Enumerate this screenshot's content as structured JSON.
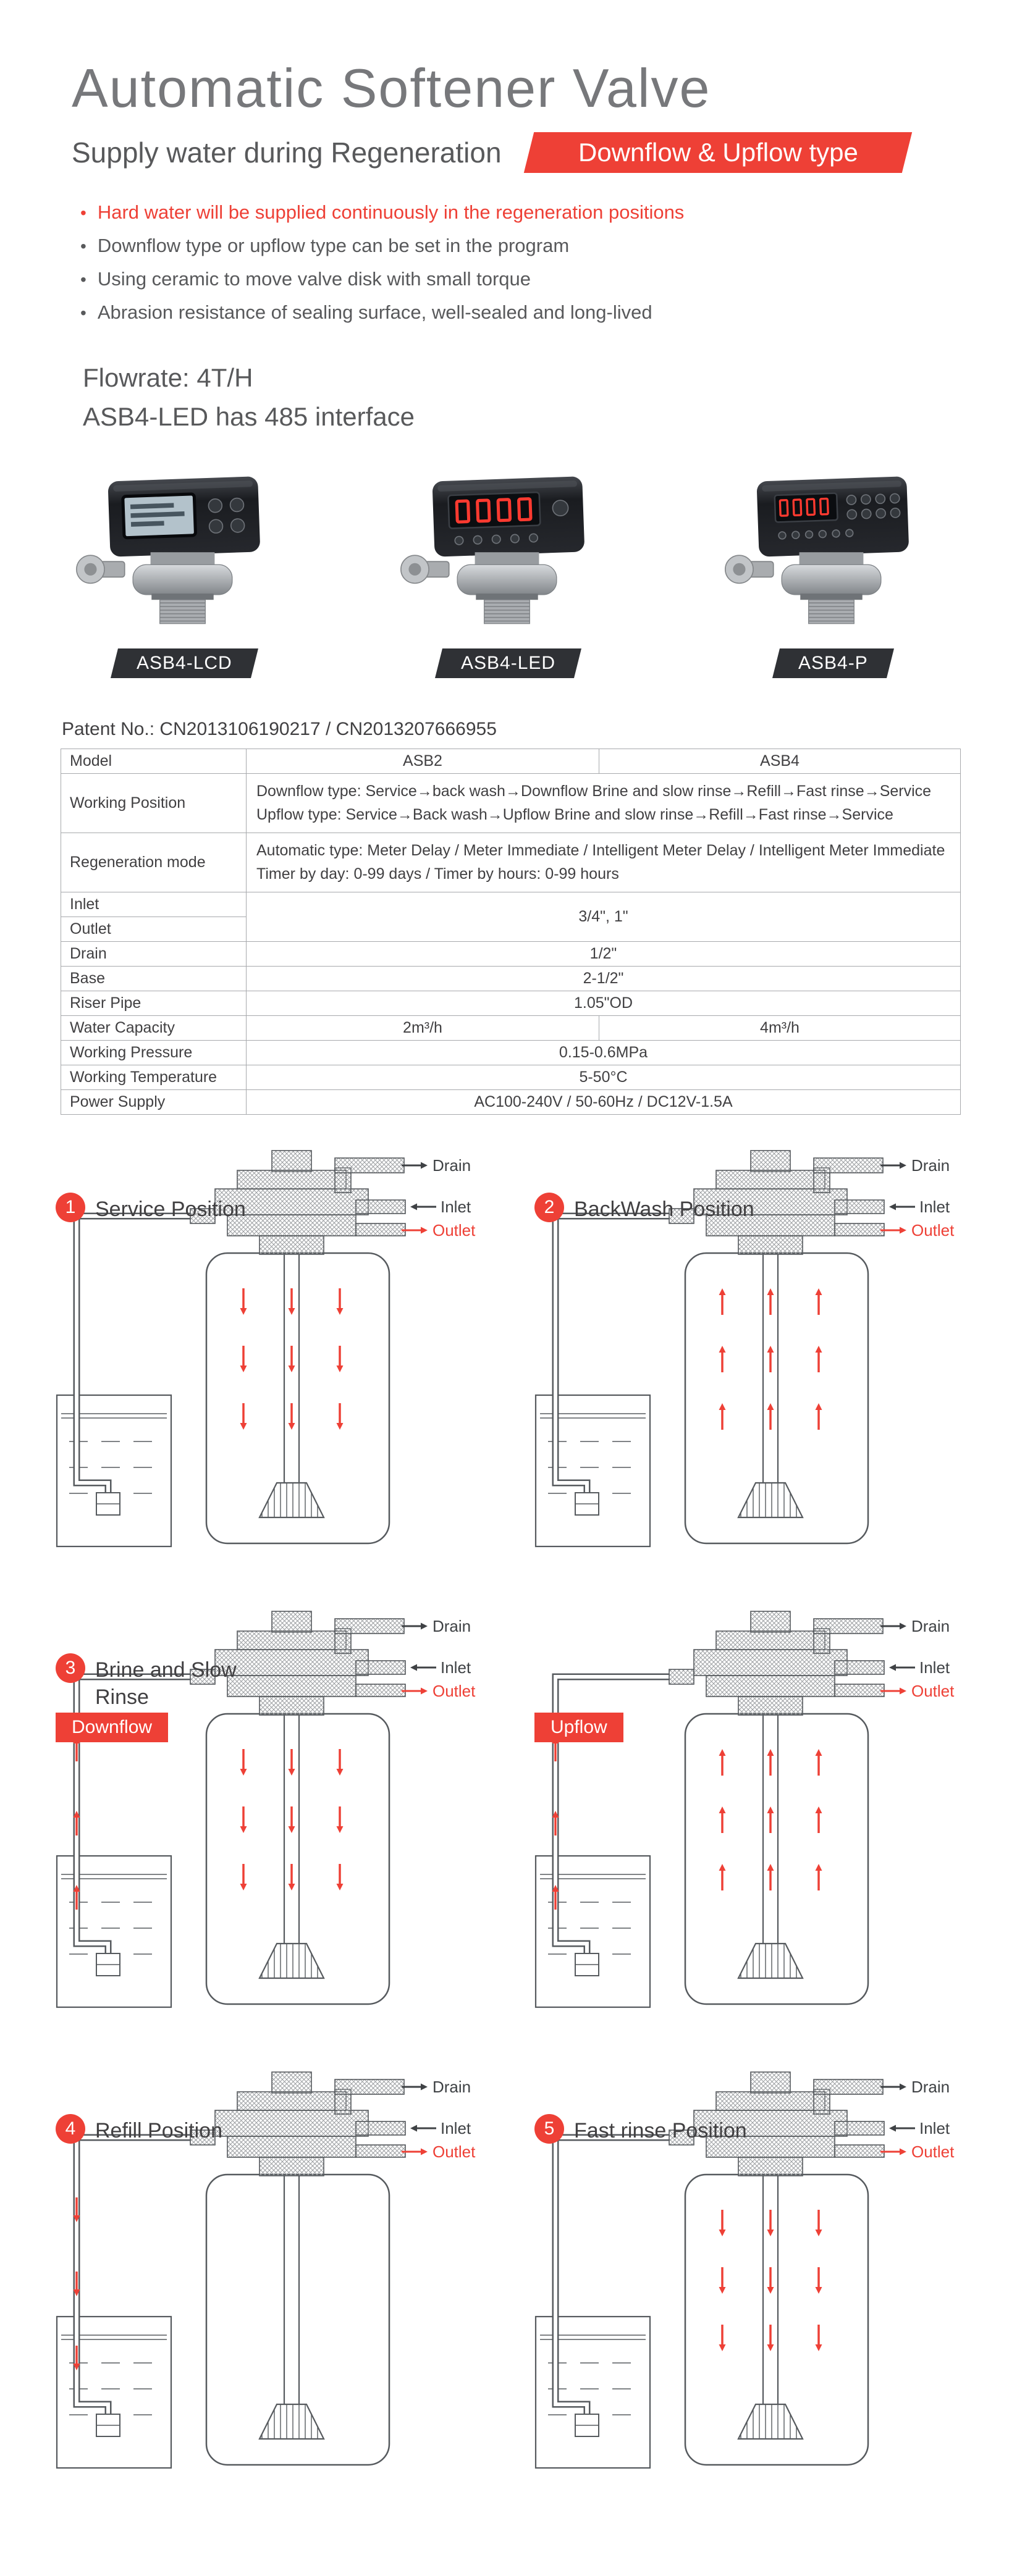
{
  "colors": {
    "accent": "#ee4036",
    "title_gray": "#77787b",
    "body_text": "#58595b",
    "dark_text": "#414042",
    "table_border": "#a7a9ac",
    "badge_dark": "#2f3135",
    "line": "#565a5e"
  },
  "header": {
    "title": "Automatic Softener Valve",
    "subtitle": "Supply water during Regeneration",
    "type_badge": "Downflow & Upflow type"
  },
  "intro": {
    "bullets": [
      "Hard water will be supplied continuously in the regeneration positions",
      "Downflow type or upflow type can be set in the program",
      "Using ceramic to move valve disk with small torque",
      "Abrasion resistance of sealing surface, well-sealed and long-lived"
    ],
    "flowrate": "Flowrate: 4T/H",
    "interface_note": "ASB4-LED has 485 interface"
  },
  "products": [
    {
      "label": "ASB4-LCD",
      "display": "lcd"
    },
    {
      "label": "ASB4-LED",
      "display": "led"
    },
    {
      "label": "ASB4-P",
      "display": "p"
    }
  ],
  "patent": "Patent No.: CN2013106190217 / CN2013207666955",
  "table": {
    "columns": [
      "Model",
      "ASB2",
      "ASB4"
    ],
    "working_position": {
      "label": "Working Position",
      "lines": [
        "Downflow type: Service→back wash→Downflow Brine and slow rinse→Refill→Fast rinse→Service",
        "Upflow type: Service→Back wash→Upflow Brine and slow rinse→Refill→Fast rinse→Service"
      ]
    },
    "regeneration_mode": {
      "label": "Regeneration mode",
      "lines": [
        "Automatic type: Meter Delay / Meter Immediate / Intelligent Meter Delay / Intelligent Meter Immediate",
        "Timer by day: 0-99 days / Timer by hours: 0-99 hours"
      ]
    },
    "inlet_label": "Inlet",
    "outlet_label": "Outlet",
    "inlet_outlet_value": "3/4\", 1\"",
    "drain": {
      "label": "Drain",
      "value": "1/2\""
    },
    "base": {
      "label": "Base",
      "value": "2-1/2\""
    },
    "riser_pipe": {
      "label": "Riser Pipe",
      "value": "1.05\"OD"
    },
    "water_capacity": {
      "label": "Water Capacity",
      "asb2": "2m³/h",
      "asb4": "4m³/h"
    },
    "working_pressure": {
      "label": "Working Pressure",
      "value": "0.15-0.6MPa"
    },
    "working_temperature": {
      "label": "Working Temperature",
      "value": "5-50°C"
    },
    "power_supply": {
      "label": "Power Supply",
      "value": "AC100-240V / 50-60Hz / DC12V-1.5A"
    }
  },
  "diagrams": {
    "port_labels": {
      "drain": "Drain",
      "inlet": "Inlet",
      "outlet": "Outlet"
    },
    "items": [
      {
        "number": "1",
        "title": "Service Position",
        "badge": null,
        "tank_flow": "down",
        "pipe_flow": "none"
      },
      {
        "number": "2",
        "title": "BackWash Position",
        "badge": null,
        "tank_flow": "up",
        "pipe_flow": "none"
      },
      {
        "number": "3",
        "title": "Brine and Slow Rinse",
        "badge": "Downflow",
        "tank_flow": "down",
        "pipe_flow": "up"
      },
      {
        "number": null,
        "title": null,
        "badge": "Upflow",
        "tank_flow": "up",
        "pipe_flow": "up"
      },
      {
        "number": "4",
        "title": "Refill Position",
        "badge": null,
        "tank_flow": "none",
        "pipe_flow": "down"
      },
      {
        "number": "5",
        "title": "Fast rinse Position",
        "badge": null,
        "tank_flow": "down",
        "pipe_flow": "none"
      }
    ]
  }
}
